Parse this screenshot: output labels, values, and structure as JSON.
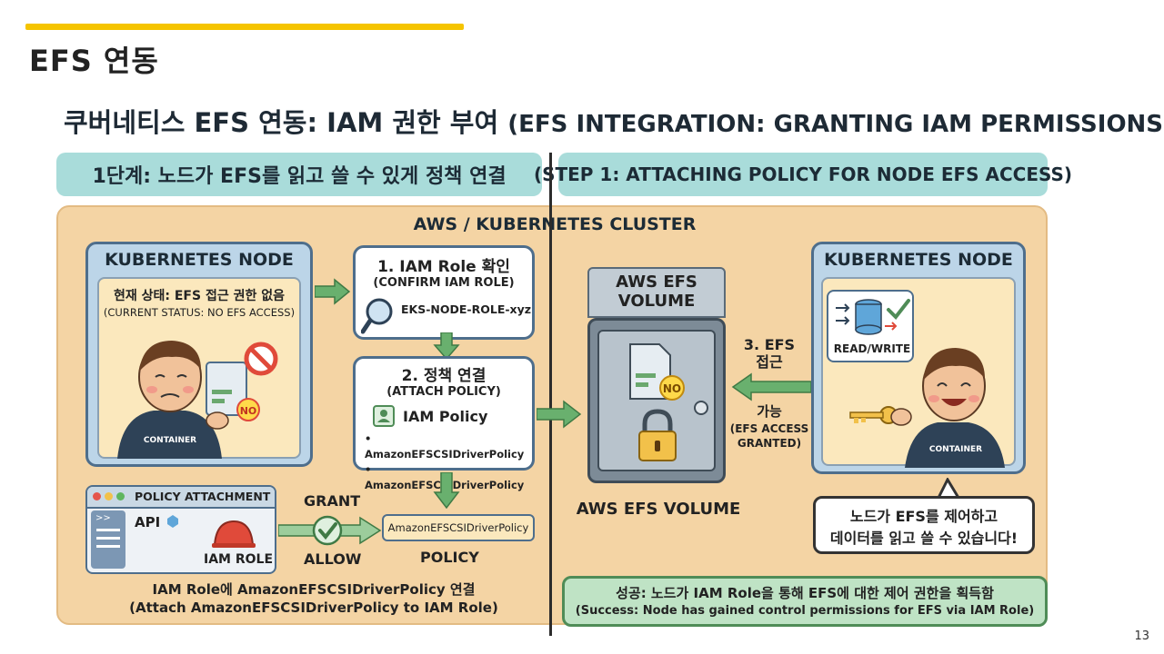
{
  "slide": {
    "title": "EFS 연동",
    "page_number": "13"
  },
  "figure": {
    "title_ko": "쿠버네티스 EFS 연동: IAM 권한 부여",
    "title_en": "(EFS INTEGRATION: GRANTING IAM PERMISSIONS)",
    "step_ko": "1단계: 노드가 EFS를 읽고 쓸 수 있게 정책 연결",
    "step_en": "(STEP 1: ATTACHING POLICY FOR NODE EFS ACCESS)",
    "cluster_label": "AWS / KUBERNETES CLUSTER",
    "left_node": {
      "header": "KUBERNETES NODE",
      "status_ko": "현재 상태: EFS 접근 권한 없음",
      "status_en": "(CURRENT STATUS: NO EFS ACCESS)",
      "shirt": "CONTAINER",
      "badge": "NO"
    },
    "step1": {
      "title": "1. IAM Role 확인",
      "subtitle": "(CONFIRM IAM ROLE)",
      "role_name": "EKS-NODE-ROLE-xyz"
    },
    "step2": {
      "title": "2. 정책 연결",
      "subtitle": "(ATTACH POLICY)",
      "policy_heading": "IAM Policy",
      "items": [
        "AmazonEFSCSIDriverPolicy",
        "AmazonEFSCSIDriverPolicy"
      ]
    },
    "attachment": {
      "window_title": "POLICY ATTACHMENT",
      "api_label": "API",
      "role_label": "IAM ROLE",
      "grant_label": "GRANT",
      "allow_label": "ALLOW",
      "policy_chip": "AmazonEFSCSIDriverPolicy",
      "policy_label": "POLICY",
      "caption_ko": "IAM Role에 AmazonEFSCSIDriverPolicy 연결",
      "caption_en": "(Attach AmazonEFSCSIDriverPolicy to IAM Role)"
    },
    "efs": {
      "header_line1": "AWS EFS",
      "header_line2": "VOLUME",
      "badge": "NO",
      "footer": "AWS EFS VOLUME"
    },
    "step3": {
      "title_line1": "3. EFS",
      "title_line2": "접근",
      "granted_ko": "가능",
      "granted_en_line1": "(EFS ACCESS",
      "granted_en_line2": "GRANTED)"
    },
    "right_node": {
      "header": "KUBERNETES NODE",
      "rw_label": "READ/WRITE",
      "shirt": "CONTAINER",
      "speech_line1": "노드가 EFS를 제어하고",
      "speech_line2": "데이터를 읽고 쓸 수 있습니다!"
    },
    "success": {
      "ko": "성공: 노드가 IAM Role을 통해 EFS에 대한 제어 권한을 획득함",
      "en": "(Success: Node has gained control permissions for EFS via IAM Role)"
    },
    "colors": {
      "accent_bar": "#f5c400",
      "cluster_bg": "#f4d4a4",
      "node_bg": "#bcd5e8",
      "arrow_green": "#69b06e",
      "step_pill": "#a9dcda",
      "success_bg": "#bfe3c5",
      "badge_red": "#e04a3a"
    },
    "icons": [
      "prohibited-icon",
      "magnifier-icon",
      "id-card-icon",
      "checkmark-icon",
      "lock-icon",
      "key-icon",
      "database-icon",
      "hard-hat-icon"
    ]
  }
}
